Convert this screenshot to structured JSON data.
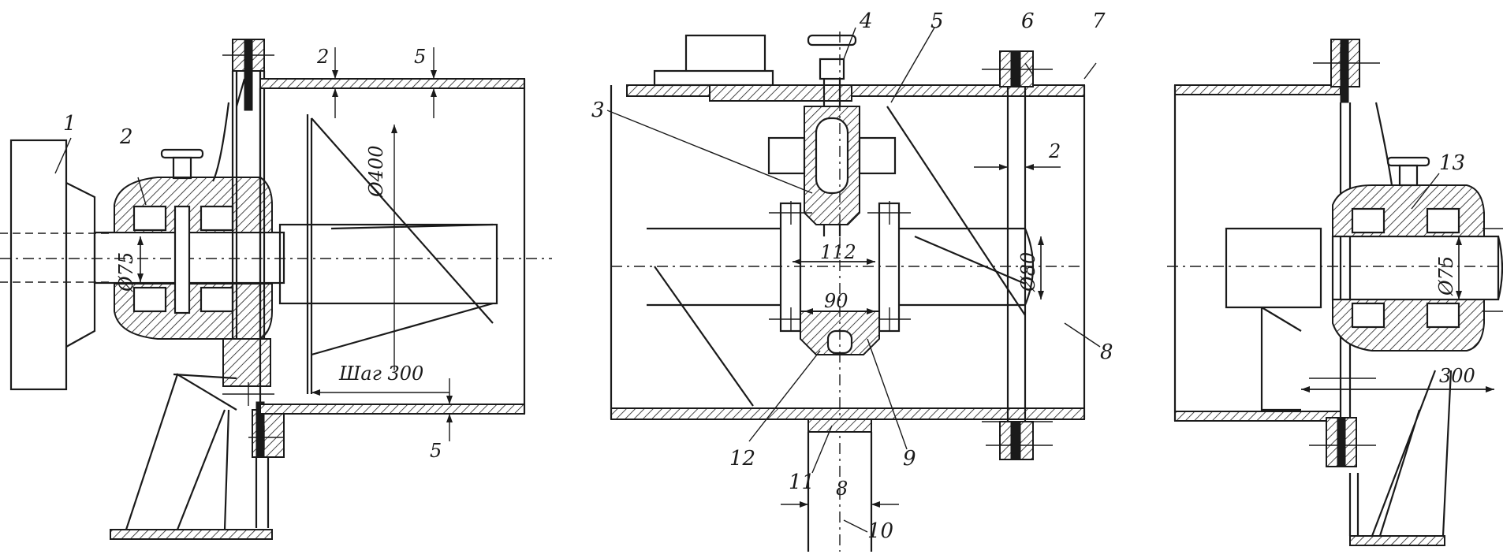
{
  "labels": {
    "p1": "1",
    "p2": "2",
    "p3": "3",
    "p4": "4",
    "p5": "5",
    "p6": "6",
    "p7": "7",
    "p8": "8",
    "p9": "9",
    "p10": "10",
    "p11": "11",
    "p12": "12",
    "p13": "13"
  },
  "dimensions": {
    "gap_top_left": "2",
    "wall_top_left": "5",
    "wall_bottom_left": "5",
    "dia_400": "Ø400",
    "dia_75_left": "Ø75",
    "pitch": "Шаг 300",
    "len_112": "112",
    "len_90": "90",
    "dia_80": "Ø80",
    "gap_mid": "2",
    "width_8": "8",
    "dia_75_right": "Ø75",
    "len_300": "300"
  },
  "colors": {
    "ink": "#1a1a1a",
    "paper": "#ffffff"
  }
}
